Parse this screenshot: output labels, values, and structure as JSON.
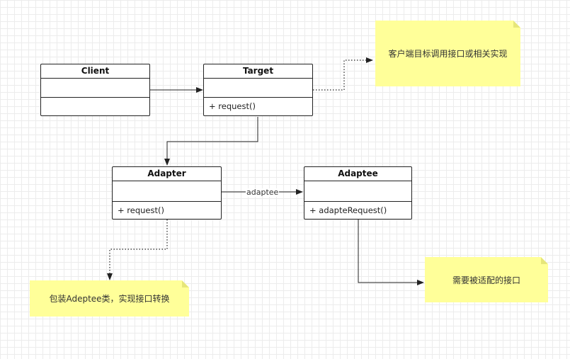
{
  "diagram": {
    "classes": {
      "client": {
        "name": "Client",
        "operation": ""
      },
      "target": {
        "name": "Target",
        "operation": "+ request()"
      },
      "adapter": {
        "name": "Adapter",
        "operation": "+ request()"
      },
      "adaptee": {
        "name": "Adaptee",
        "operation": "+ adapteRequest()"
      }
    },
    "notes": {
      "target_note": "客户端目标调用接口或相关实现",
      "adapter_note": "包装Adeptee类，实现接口转换",
      "adaptee_note": "需要被适配的接口"
    },
    "edge_labels": {
      "adapter_to_adaptee": "adaptee"
    },
    "colors": {
      "note_fill": "#ffff99",
      "line": "#222222"
    }
  }
}
